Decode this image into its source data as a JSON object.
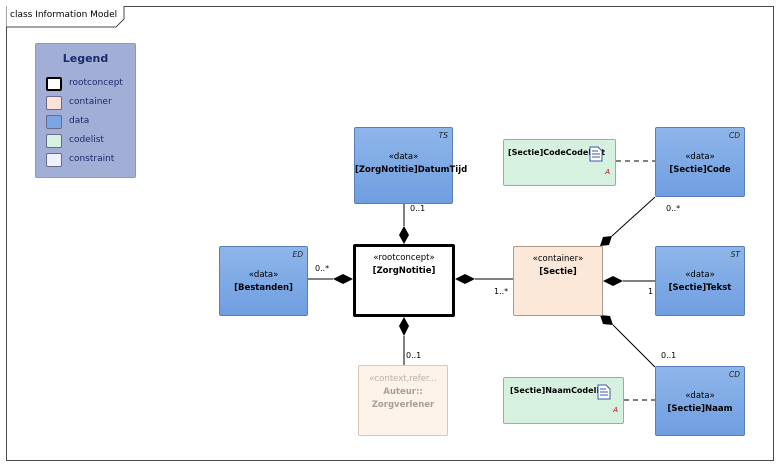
{
  "frame": {
    "title": "class Information Model"
  },
  "legend": {
    "title": "Legend",
    "items": [
      {
        "label": "rootconcept",
        "color": "#ffffff"
      },
      {
        "label": "container",
        "color": "#fbe4d5"
      },
      {
        "label": "data",
        "color": "#7ba6e3"
      },
      {
        "label": "codelist",
        "color": "#d7f1e1"
      },
      {
        "label": "constraint",
        "color": "#eef0fa"
      }
    ]
  },
  "classes": {
    "datumtijd": {
      "stereotype": "«data»",
      "name": "[ZorgNotitie]DatumTijd",
      "tag": "TS"
    },
    "bestanden": {
      "stereotype": "«data»",
      "name": "[Bestanden]",
      "tag": "ED"
    },
    "zorgnotitie": {
      "stereotype": "«rootconcept»",
      "name": "[ZorgNotitie]"
    },
    "sectie": {
      "stereotype": "«container»",
      "name": "[Sectie]"
    },
    "code": {
      "stereotype": "«data»",
      "name": "[Sectie]Code",
      "tag": "CD"
    },
    "tekst": {
      "stereotype": "«data»",
      "name": "[Sectie]Tekst",
      "tag": "ST"
    },
    "naam": {
      "stereotype": "«data»",
      "name": "[Sectie]Naam",
      "tag": "CD"
    },
    "auteur": {
      "stereotype": "«context,refer...",
      "name1": "Auteur::",
      "name2": "Zorgverlener"
    },
    "codecodelijst": {
      "name": "[Sectie]CodeCodelijst"
    },
    "naamcodelijst": {
      "name": "[Sectie]NaamCodelijst"
    }
  },
  "multiplicities": {
    "datumtijd": "0..1",
    "bestanden": "0..*",
    "sectie": "1..*",
    "code": "0..*",
    "tekst": "1",
    "naam": "0..1",
    "auteur": "0..1"
  },
  "codelist_icon_mark": "A"
}
